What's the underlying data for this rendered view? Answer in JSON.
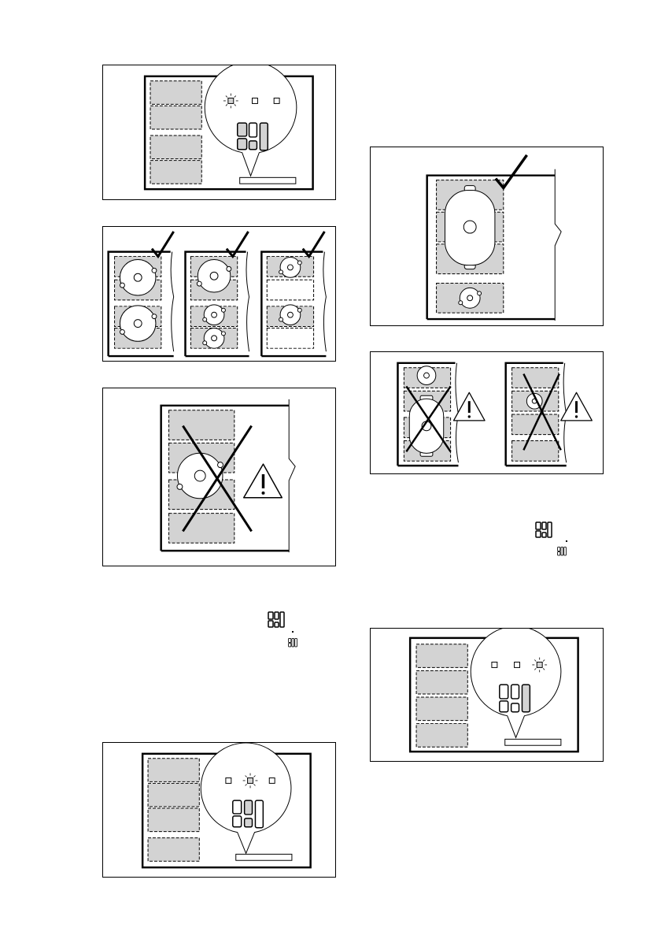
{
  "footer": {
    "text": ""
  },
  "figures": [
    {
      "id": "fig-bridge-left",
      "kind": "control-panel",
      "highlight_led": 1
    },
    {
      "id": "fig-cookware-ok-three",
      "kind": "cookware-placement",
      "status": "correct"
    },
    {
      "id": "fig-cookware-wrong-large",
      "kind": "cookware-placement",
      "status": "incorrect"
    },
    {
      "id": "fig-bridge-middle",
      "kind": "control-panel",
      "highlight_led": 2
    },
    {
      "id": "fig-oval-ok",
      "kind": "cookware-placement",
      "status": "correct"
    },
    {
      "id": "fig-cookware-wrong-pair",
      "kind": "cookware-placement",
      "status": "incorrect"
    },
    {
      "id": "fig-bridge-right",
      "kind": "control-panel",
      "highlight_led": 3
    }
  ],
  "colors": {
    "zone_fill": "#d3d3d3",
    "line": "#000000",
    "background": "#ffffff"
  }
}
